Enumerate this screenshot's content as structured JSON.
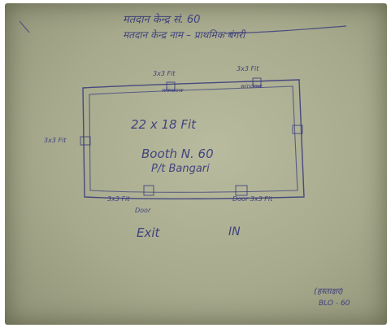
{
  "header": {
    "line1": "मतदान केन्द्र सं. 60",
    "line2": "मतदान केन्द्र नाम – प्राथमिक बंगरी"
  },
  "room": {
    "dimensions": "22 x 18 Fit",
    "booth": "Booth N. 60",
    "site": "P/t Bangari"
  },
  "openings": {
    "top_left_window_size": "3x3 Fit",
    "top_left_window_label": "window",
    "top_right_window_size": "3x3 Fit",
    "top_right_window_label": "window",
    "left_window_size": "3x3 Fit",
    "bottom_left_door_size": "3x3 Fit",
    "bottom_left_door_label": "Door",
    "bottom_right_door_label": "Door 3x3 Fit"
  },
  "flow": {
    "exit": "Exit",
    "in": "IN"
  },
  "signature": {
    "line1": "(हस्ताक्षर)",
    "line2": "BLO - 60"
  }
}
